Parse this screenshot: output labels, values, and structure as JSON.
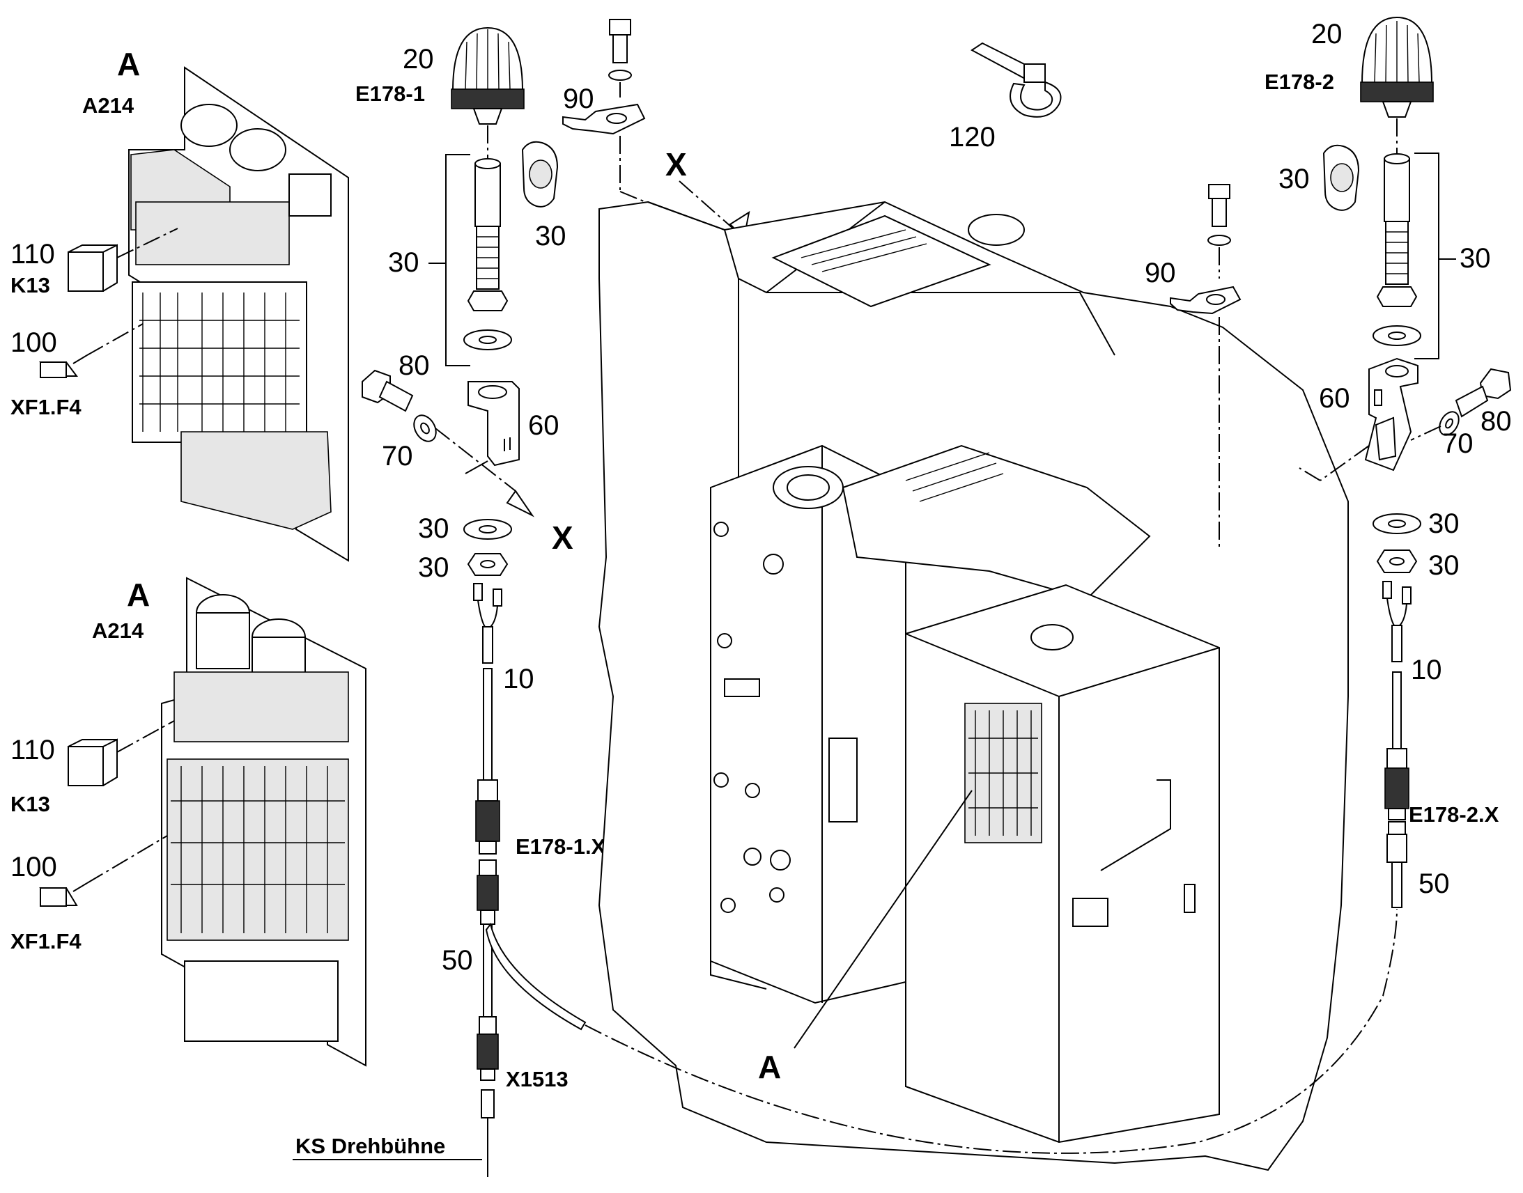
{
  "labels": {
    "a_top": "A",
    "a214_top": "A214",
    "n110_top": "110",
    "k13_top": "K13",
    "n100_top": "100",
    "xf1_top": "XF1.F4",
    "a_bottom": "A",
    "a214_bottom": "A214",
    "n110_bottom": "110",
    "k13_bottom": "K13",
    "n100_bottom": "100",
    "xf1_bottom": "XF1.F4",
    "n20_left": "20",
    "e178_1": "E178-1",
    "n30_bracket_left": "30",
    "n30_cap_left": "30",
    "n80_left": "80",
    "n70_left": "70",
    "n60_left": "60",
    "x_top": "X",
    "x_mid": "X",
    "n30_washer_left": "30",
    "n30_nut_left": "30",
    "n10_left": "10",
    "e178_1x": "E178-1.X",
    "n50_left": "50",
    "x1513": "X1513",
    "ks_drehbuehne": "KS Drehbühne",
    "n90_left": "90",
    "n120": "120",
    "n90_right": "90",
    "n20_right": "20",
    "e178_2": "E178-2",
    "n30_cap_right": "30",
    "n30_bracket_right": "30",
    "n60_right": "60",
    "n80_right": "80",
    "n70_right": "70",
    "n30_washer_right": "30",
    "n30_nut_right": "30",
    "n10_right": "10",
    "e178_2x": "E178-2.X",
    "n50_right": "50",
    "a_main": "A"
  }
}
